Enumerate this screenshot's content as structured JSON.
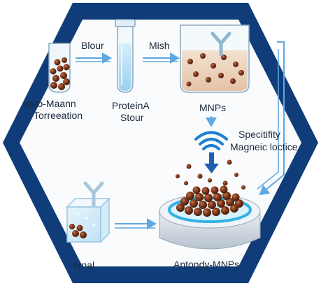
{
  "diagram": {
    "colors": {
      "frame": "#103d79",
      "arrow": "#5fa8e0",
      "bead": "#7a3418",
      "liquid_blue": "#b7dcf4",
      "liquid_tan": "#ead0b8",
      "plate_ring": "#32b2e4"
    },
    "steps": [
      {
        "id": "step-1",
        "label_line1": "uato-Maann",
        "label_line2": "Torreeation"
      },
      {
        "id": "step-2",
        "label_line1": "ProteinA",
        "label_line2": "Stour"
      },
      {
        "id": "step-3",
        "label_line1": "MNPs",
        "label_line2": ""
      },
      {
        "id": "step-4",
        "label_line1": "Specitifity",
        "label_line2": "Magneic loctice"
      },
      {
        "id": "step-5",
        "label_line1": "ernal",
        "label_line2": ""
      },
      {
        "id": "step-6",
        "label_line1": "Antondy-MNPs",
        "label_line2": ""
      }
    ],
    "arrow_labels": {
      "a1": "Blour",
      "a2": "Mish"
    }
  }
}
